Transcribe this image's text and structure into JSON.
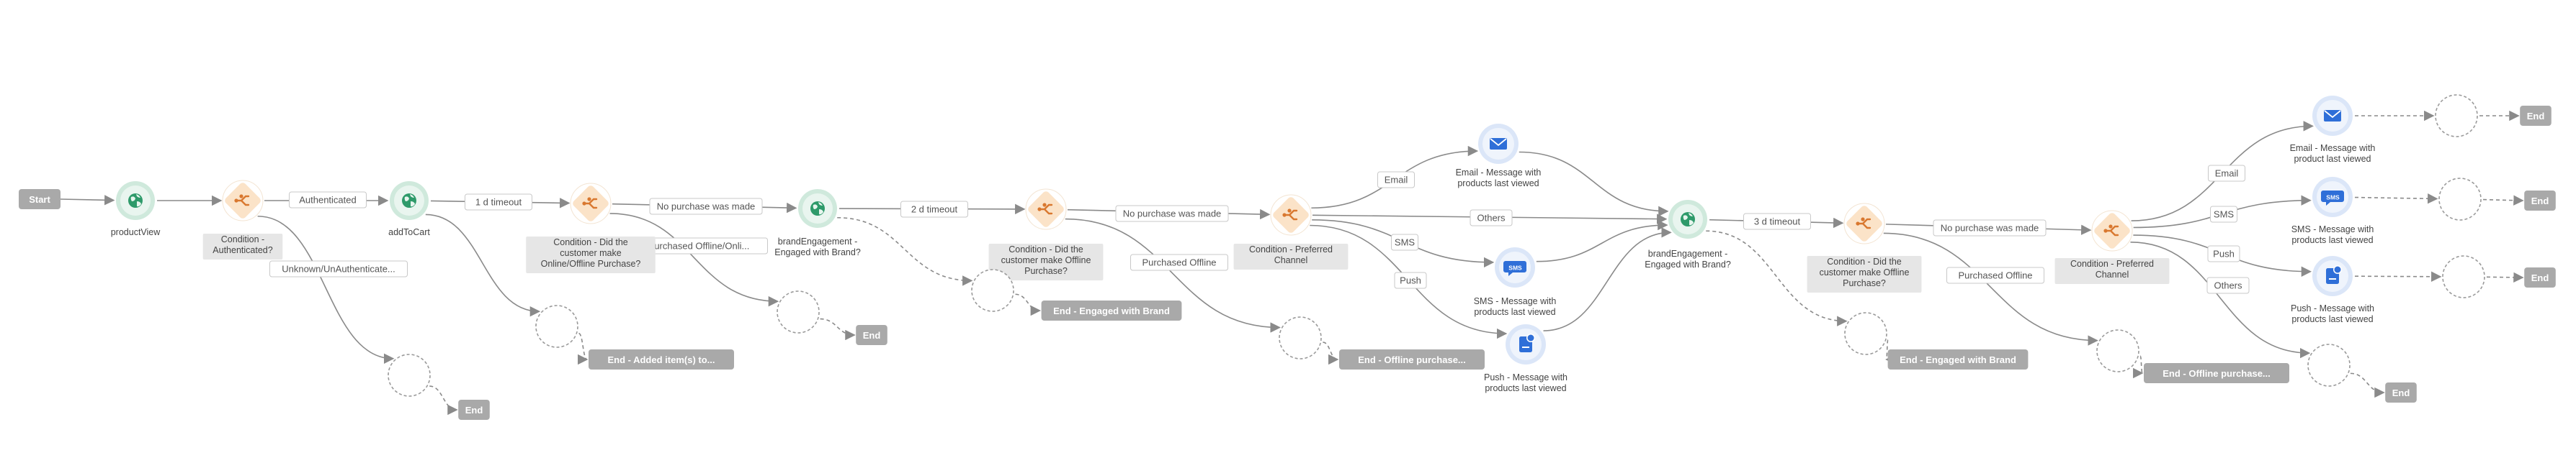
{
  "colors": {
    "edge": "#8a8a8a",
    "pill_bg": "#a9a9a9",
    "pill_text": "#ffffff",
    "label_bg": "#e6e6e6",
    "edge_label_border": "#c8c8c8",
    "condition_fill": "#fbe3c8",
    "condition_icon": "#d9782f",
    "web_fill": "#cfe9dc",
    "web_icon": "#2e9a6a",
    "channel_fill": "#dbe6f8",
    "channel_icon": "#2f6fd8",
    "placeholder": "#9a9a9a"
  },
  "nodes": [
    {
      "id": "start",
      "kind": "pill",
      "text": "Start"
    },
    {
      "id": "productView",
      "kind": "web",
      "icon": "globe-icon",
      "label": [
        "productView"
      ]
    },
    {
      "id": "cond1",
      "kind": "condition",
      "icon": "split-icon",
      "label": [
        "Condition -",
        "Authenticated?"
      ]
    },
    {
      "id": "addToCart",
      "kind": "web",
      "icon": "globe-icon",
      "label": [
        "addToCart"
      ]
    },
    {
      "id": "unk",
      "kind": "placeholder"
    },
    {
      "id": "end1",
      "kind": "pill",
      "text": "End"
    },
    {
      "id": "cond2",
      "kind": "condition",
      "icon": "split-icon",
      "label": [
        "Condition - Did the",
        "customer make",
        "Online/Offline Purchase?"
      ]
    },
    {
      "id": "ph2",
      "kind": "placeholder"
    },
    {
      "id": "end2",
      "kind": "pill",
      "text": "End - Added item(s) to..."
    },
    {
      "id": "be1",
      "kind": "web",
      "icon": "globe-icon",
      "label": [
        "brandEngagement -",
        "Engaged with Brand?"
      ]
    },
    {
      "id": "ph3",
      "kind": "placeholder"
    },
    {
      "id": "end3",
      "kind": "pill",
      "text": "End"
    },
    {
      "id": "cond3",
      "kind": "condition",
      "icon": "split-icon",
      "label": [
        "Condition - Did the",
        "customer make Offline",
        "Purchase?"
      ]
    },
    {
      "id": "ph4",
      "kind": "placeholder"
    },
    {
      "id": "end4",
      "kind": "pill",
      "text": "End - Engaged with Brand"
    },
    {
      "id": "cond4",
      "kind": "condition",
      "icon": "split-icon",
      "label": [
        "Condition - Preferred",
        "Channel"
      ]
    },
    {
      "id": "ph5",
      "kind": "placeholder"
    },
    {
      "id": "end5",
      "kind": "pill",
      "text": "End - Offline purchase..."
    },
    {
      "id": "email1",
      "kind": "channel",
      "icon": "email-icon",
      "label": [
        "Email - Message with",
        "products last viewed"
      ]
    },
    {
      "id": "sms1",
      "kind": "channel",
      "icon": "sms-icon",
      "label": [
        "SMS - Message with",
        "products last viewed"
      ]
    },
    {
      "id": "push1",
      "kind": "channel",
      "icon": "push-icon",
      "label": [
        "Push - Message with",
        "products last viewed"
      ]
    },
    {
      "id": "be2",
      "kind": "web",
      "icon": "globe-icon",
      "label": [
        "brandEngagement -",
        "Engaged with Brand?"
      ]
    },
    {
      "id": "cond5",
      "kind": "condition",
      "icon": "split-icon",
      "label": [
        "Condition - Did the",
        "customer make Offline",
        "Purchase?"
      ]
    },
    {
      "id": "ph6",
      "kind": "placeholder"
    },
    {
      "id": "end6",
      "kind": "pill",
      "text": "End - Engaged with Brand"
    },
    {
      "id": "cond6",
      "kind": "condition",
      "icon": "split-icon",
      "label": [
        "Condition - Preferred",
        "Channel"
      ]
    },
    {
      "id": "ph7",
      "kind": "placeholder"
    },
    {
      "id": "end7",
      "kind": "pill",
      "text": "End - Offline purchase..."
    },
    {
      "id": "email2",
      "kind": "channel",
      "icon": "email-icon",
      "label": [
        "Email - Message with",
        "product last viewed"
      ]
    },
    {
      "id": "ph8",
      "kind": "placeholder"
    },
    {
      "id": "end8",
      "kind": "pill",
      "text": "End"
    },
    {
      "id": "sms2",
      "kind": "channel",
      "icon": "sms-icon",
      "label": [
        "SMS - Message with",
        "products last viewed"
      ]
    },
    {
      "id": "ph9",
      "kind": "placeholder"
    },
    {
      "id": "end9",
      "kind": "pill",
      "text": "End"
    },
    {
      "id": "push2",
      "kind": "channel",
      "icon": "push-icon",
      "label": [
        "Push - Message with",
        "products last viewed"
      ]
    },
    {
      "id": "ph10",
      "kind": "placeholder"
    },
    {
      "id": "end10",
      "kind": "pill",
      "text": "End"
    },
    {
      "id": "ph11",
      "kind": "placeholder"
    },
    {
      "id": "end11",
      "kind": "pill",
      "text": "End"
    }
  ],
  "edges": [
    {
      "from": "start",
      "to": "productView"
    },
    {
      "from": "productView",
      "to": "cond1"
    },
    {
      "from": "cond1",
      "to": "addToCart",
      "label": "Authenticated"
    },
    {
      "from": "cond1",
      "to": "unk",
      "label": "Unknown/UnAuthenticate..."
    },
    {
      "from": "unk",
      "to": "end1",
      "dashed": true
    },
    {
      "from": "addToCart",
      "to": "cond2",
      "label": "1 d timeout"
    },
    {
      "from": "addToCart",
      "to": "ph2"
    },
    {
      "from": "ph2",
      "to": "end2",
      "dashed": true
    },
    {
      "from": "cond2",
      "to": "be1",
      "label": "No purchase was made"
    },
    {
      "from": "cond2",
      "to": "ph3",
      "label": "Purchased Offline/Onli..."
    },
    {
      "from": "ph3",
      "to": "end3",
      "dashed": true
    },
    {
      "from": "be1",
      "to": "cond3",
      "label": "2 d timeout"
    },
    {
      "from": "be1",
      "to": "ph4",
      "dashed": true
    },
    {
      "from": "ph4",
      "to": "end4",
      "dashed": true
    },
    {
      "from": "cond3",
      "to": "cond4",
      "label": "No purchase was made"
    },
    {
      "from": "cond3",
      "to": "ph5",
      "label": "Purchased Offline"
    },
    {
      "from": "ph5",
      "to": "end5",
      "dashed": true
    },
    {
      "from": "cond4",
      "to": "email1",
      "label": "Email"
    },
    {
      "from": "cond4",
      "to": "be2",
      "label": "Others"
    },
    {
      "from": "cond4",
      "to": "sms1",
      "label": "SMS"
    },
    {
      "from": "cond4",
      "to": "push1",
      "label": "Push"
    },
    {
      "from": "email1",
      "to": "be2"
    },
    {
      "from": "sms1",
      "to": "be2"
    },
    {
      "from": "push1",
      "to": "be2"
    },
    {
      "from": "be2",
      "to": "cond5",
      "label": "3 d timeout"
    },
    {
      "from": "be2",
      "to": "ph6",
      "dashed": true
    },
    {
      "from": "ph6",
      "to": "end6",
      "dashed": true
    },
    {
      "from": "cond5",
      "to": "cond6",
      "label": "No purchase was made"
    },
    {
      "from": "cond5",
      "to": "ph7",
      "label": "Purchased Offline"
    },
    {
      "from": "ph7",
      "to": "end7",
      "dashed": true
    },
    {
      "from": "cond6",
      "to": "email2",
      "label": "Email"
    },
    {
      "from": "cond6",
      "to": "sms2",
      "label": "SMS"
    },
    {
      "from": "cond6",
      "to": "push2",
      "label": "Push"
    },
    {
      "from": "cond6",
      "to": "ph11",
      "label": "Others"
    },
    {
      "from": "ph11",
      "to": "end11",
      "dashed": true
    },
    {
      "from": "email2",
      "to": "ph8",
      "dashed": true
    },
    {
      "from": "ph8",
      "to": "end8",
      "dashed": true
    },
    {
      "from": "sms2",
      "to": "ph9",
      "dashed": true
    },
    {
      "from": "ph9",
      "to": "end9",
      "dashed": true
    },
    {
      "from": "push2",
      "to": "ph10",
      "dashed": true
    },
    {
      "from": "ph10",
      "to": "end10",
      "dashed": true
    }
  ]
}
